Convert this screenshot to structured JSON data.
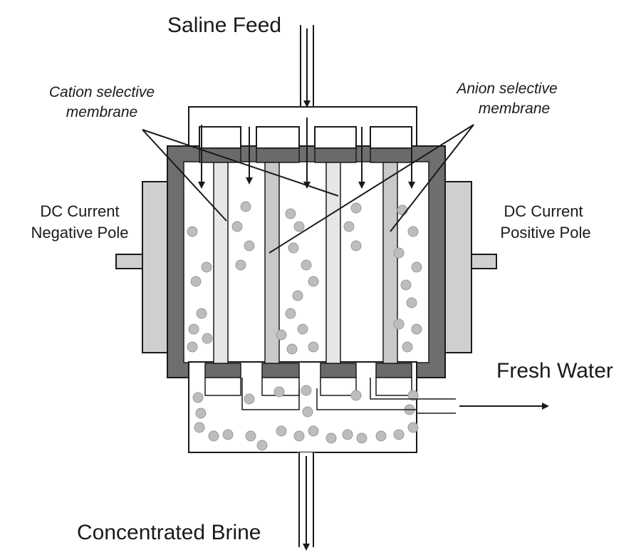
{
  "labels": {
    "saline_feed": "Saline Feed",
    "cation_line1": "Cation selective",
    "cation_line2": "membrane",
    "anion_line1": "Anion selective",
    "anion_line2": "membrane",
    "negative_line1": "DC Current",
    "negative_line2": "Negative Pole",
    "positive_line1": "DC Current",
    "positive_line2": "Positive Pole",
    "fresh_water": "Fresh Water",
    "concentrated_brine": "Concentrated Brine"
  },
  "colors": {
    "electrode_fill": "#cfcfcf",
    "cell_wall": "#6e6e6e",
    "membrane_cap": "#6a6a6a",
    "membrane_fill": "#c9c9c9",
    "ion_fill": "#bdbdbd",
    "line": "#1a1a1a"
  }
}
